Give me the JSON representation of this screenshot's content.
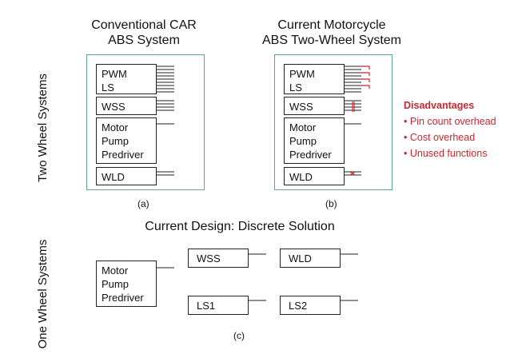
{
  "titles": {
    "a": [
      "Conventional CAR",
      "ABS System"
    ],
    "b": [
      "Current Motorcycle",
      "ABS Two-Wheel System"
    ],
    "c": "Current Design: Discrete Solution"
  },
  "side_labels": {
    "two_wheel": "Two Wheel Systems",
    "one_wheel": "One Wheel Systems"
  },
  "blocks": {
    "pwm": [
      "PWM",
      "LS"
    ],
    "wss": "WSS",
    "motor": [
      "Motor",
      "Pump",
      "Predriver"
    ],
    "wld": "WLD",
    "ls1": "LS1",
    "ls2": "LS2"
  },
  "captions": {
    "a": "(a)",
    "b": "(b)",
    "c": "(c)"
  },
  "disadvantages": {
    "title": "Disadvantages",
    "items": [
      "Pin count overhead",
      "Cost overhead",
      "Unused functions"
    ]
  },
  "colors": {
    "frame": "#5aa982",
    "disadvantage": "#c8282e",
    "line": "#222222"
  }
}
